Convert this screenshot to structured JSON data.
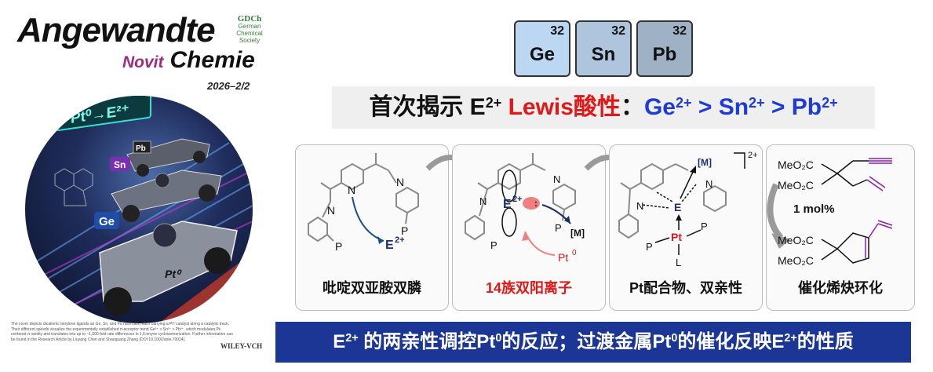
{
  "cover": {
    "journal_line1": "Angewandte",
    "journal_novit": "Novit",
    "journal_line2": "Chemie",
    "society_logo": "GDCh",
    "society_text": "German Chemical Society",
    "issue": "2026–2/2",
    "sign_text": "Pt⁰→E²⁺",
    "car_labels": [
      "Pb",
      "Sn",
      "Ge"
    ],
    "car_driver_label": "Pt⁰",
    "caption": "The cover depicts dicationic tetrylene ligands as Ge, Sn, and Pb race cars, each carrying a Pt⁰ catalyst along a catalytic track. Their different speeds visualize the experimentally established σ-acceptor trend Ge²⁺ > Sn²⁺ > Pb²⁺, which modulates Pt-centered π-acidity and translates into up to ~1,000-fold rate differences in 1,6-enyne cycloisomerization. Further information can be found in the Research Article by Liuyang Chen and Shaoguang Zhang (DOI:10.1002/anie.70024).",
    "publisher": "WILEY-VCH"
  },
  "elements": [
    {
      "number": "32",
      "symbol": "Ge",
      "color": "#bcd7f2"
    },
    {
      "number": "32",
      "symbol": "Sn",
      "color": "#aec5dd"
    },
    {
      "number": "32",
      "symbol": "Pb",
      "color": "#9fb1c4"
    }
  ],
  "banner": {
    "part1": "首次揭示 E",
    "part1_sup": "2+",
    "part2": " Lewis酸性",
    "colon": "：",
    "ge": "Ge",
    "ge_sup": "2+",
    "gt1": " > ",
    "sn": "Sn",
    "sn_sup": "2+",
    "gt2": " > ",
    "pb": "Pb",
    "pb_sup": "2+"
  },
  "panels": {
    "p1": {
      "label": "吡啶双亚胺双膦",
      "N": "N",
      "P": "P",
      "E": "E",
      "E_charge": "2+"
    },
    "p2": {
      "label": "14族双阳离子",
      "N": "N",
      "P": "P",
      "E": "E",
      "E_charge": "2+",
      "M": "[M]",
      "Pt": "Pt",
      "Pt_charge": "0"
    },
    "p3": {
      "label": "Pt配合物、双亲性",
      "N": "N",
      "P": "P",
      "E": "E",
      "M": "[M]",
      "Pt": "Pt",
      "L": "L",
      "charge": "2+"
    },
    "p4": {
      "label": "催化烯炔环化",
      "ester1": "MeO₂C",
      "ester2": "MeO₂C",
      "ester3": "MeO₂C",
      "ester4": "MeO₂C",
      "loading": "1 mol%"
    }
  },
  "bottom": {
    "e": "E",
    "e_sup": "2+",
    "t1": " 的两亲性调控Pt",
    "sup0a": "0",
    "t2": "的反应；过渡金属Pt",
    "sup0b": "0",
    "t3": "的催化反映E",
    "e2_sup": "2+",
    "t4": "的性质"
  },
  "colors": {
    "banner_black": "#111111",
    "banner_red": "#e01818",
    "banner_blue": "#1d3bd6",
    "bottom_bar": "#1b3694",
    "skeleton": "#8a8a8a",
    "navy": "#1a2f6b",
    "pt_red": "#e01818",
    "purple": "#8a1fa8"
  }
}
